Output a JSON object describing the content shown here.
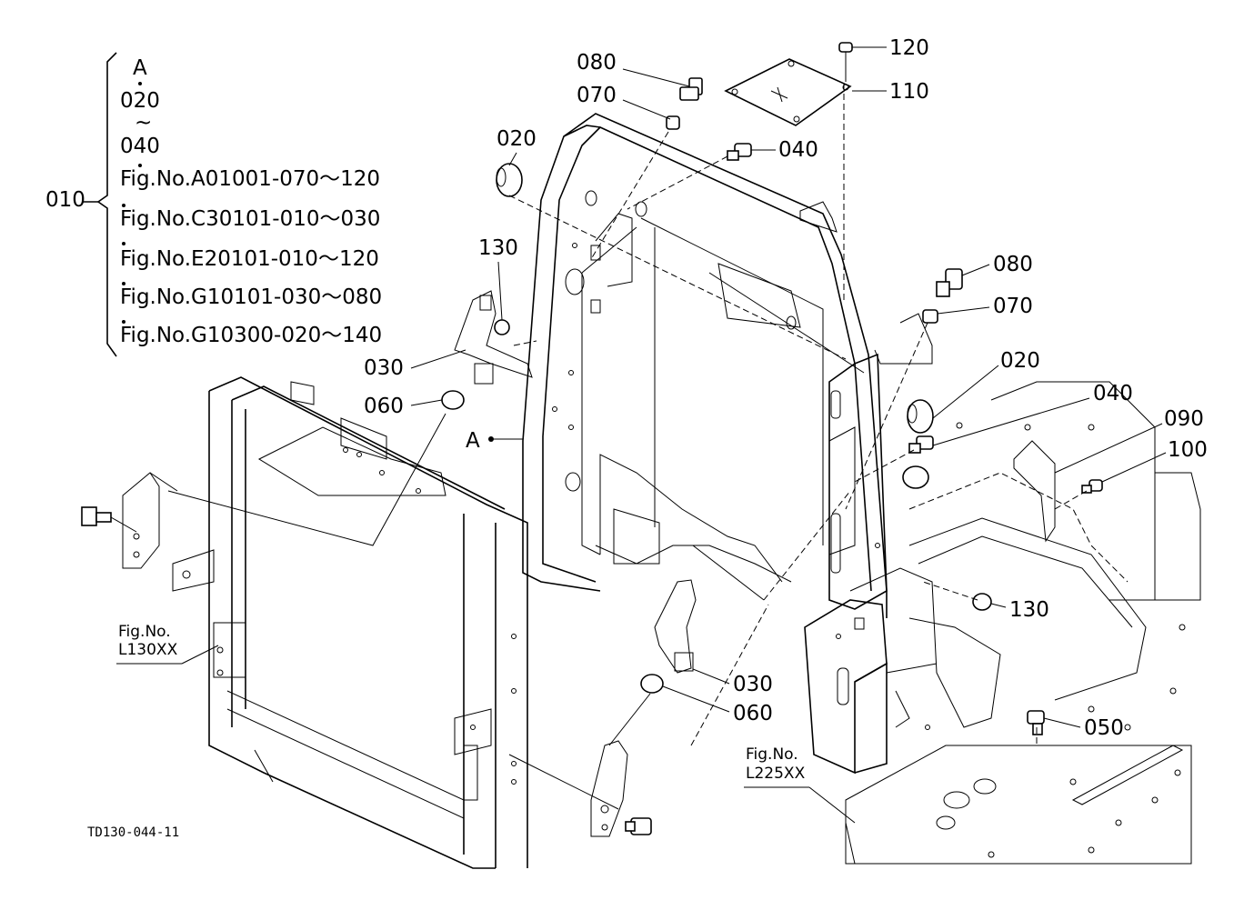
{
  "legend": {
    "items": [
      "A",
      "020",
      "~",
      "040",
      "Fig.No.A01001-070～120",
      "Fig.No.C30101-010～030",
      "Fig.No.E20101-010～120",
      "Fig.No.G10101-030～080",
      "Fig.No.G10300-020～140"
    ],
    "parent": "010"
  },
  "callouts": {
    "p120": "120",
    "p110": "110",
    "p080a": "080",
    "p070a": "070",
    "p040a": "040",
    "p020a": "020",
    "p130a": "130",
    "p030a": "030",
    "p060a": "060",
    "pA": "A",
    "p080b": "080",
    "p070b": "070",
    "p020b": "020",
    "p040b": "040",
    "p090": "090",
    "p100": "100",
    "p130b": "130",
    "p030b": "030",
    "p060b": "060",
    "p050": "050"
  },
  "refs": {
    "l130": [
      "Fig.No.",
      "L130XX"
    ],
    "l225": [
      "Fig.No.",
      "L225XX"
    ]
  },
  "drawing_id": "TD130-044-11"
}
